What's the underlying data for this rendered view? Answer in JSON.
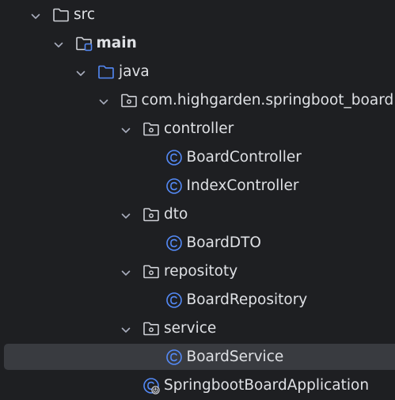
{
  "colors": {
    "background": "#1e1f22",
    "selection": "#393b40",
    "text": "#dfe1e5",
    "chevron": "#a8adbd",
    "folder_icon": "#ced0d6",
    "source_folder_icon": "#548af7",
    "class_icon": "#548af7"
  },
  "tree": {
    "nodes": [
      {
        "label": "src",
        "icon": "folder-icon",
        "expanded": true,
        "depth": 0,
        "selected": false,
        "bold": false
      },
      {
        "label": "main",
        "icon": "module-folder-icon",
        "expanded": true,
        "depth": 1,
        "selected": false,
        "bold": true
      },
      {
        "label": "java",
        "icon": "source-root-folder-icon",
        "expanded": true,
        "depth": 2,
        "selected": false,
        "bold": false
      },
      {
        "label": "com.highgarden.springboot_board",
        "icon": "package-icon",
        "expanded": true,
        "depth": 3,
        "selected": false,
        "bold": false
      },
      {
        "label": "controller",
        "icon": "package-icon",
        "expanded": true,
        "depth": 4,
        "selected": false,
        "bold": false
      },
      {
        "label": "BoardController",
        "icon": "class-icon",
        "expanded": null,
        "depth": 5,
        "selected": false,
        "bold": false
      },
      {
        "label": "IndexController",
        "icon": "class-icon",
        "expanded": null,
        "depth": 5,
        "selected": false,
        "bold": false
      },
      {
        "label": "dto",
        "icon": "package-icon",
        "expanded": true,
        "depth": 4,
        "selected": false,
        "bold": false
      },
      {
        "label": "BoardDTO",
        "icon": "class-icon",
        "expanded": null,
        "depth": 5,
        "selected": false,
        "bold": false
      },
      {
        "label": "repositoty",
        "icon": "package-icon",
        "expanded": true,
        "depth": 4,
        "selected": false,
        "bold": false
      },
      {
        "label": "BoardRepository",
        "icon": "class-icon",
        "expanded": null,
        "depth": 5,
        "selected": false,
        "bold": false
      },
      {
        "label": "service",
        "icon": "package-icon",
        "expanded": true,
        "depth": 4,
        "selected": false,
        "bold": false
      },
      {
        "label": "BoardService",
        "icon": "class-icon",
        "expanded": null,
        "depth": 5,
        "selected": true,
        "bold": false
      },
      {
        "label": "SpringbootBoardApplication",
        "icon": "spring-boot-class-icon",
        "expanded": null,
        "depth": 4,
        "selected": false,
        "bold": false
      }
    ]
  }
}
